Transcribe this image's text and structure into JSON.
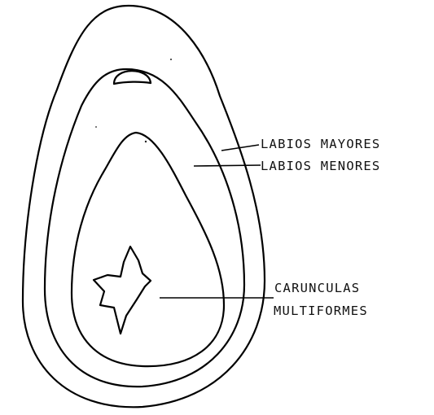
{
  "labels": {
    "labios_mayores": "LABIOS MAYORES",
    "labios_menores": "LABIOS MENORES",
    "carunculas_line1": "CARUNCULAS",
    "carunculas_line2": "MULTIFORMES"
  }
}
